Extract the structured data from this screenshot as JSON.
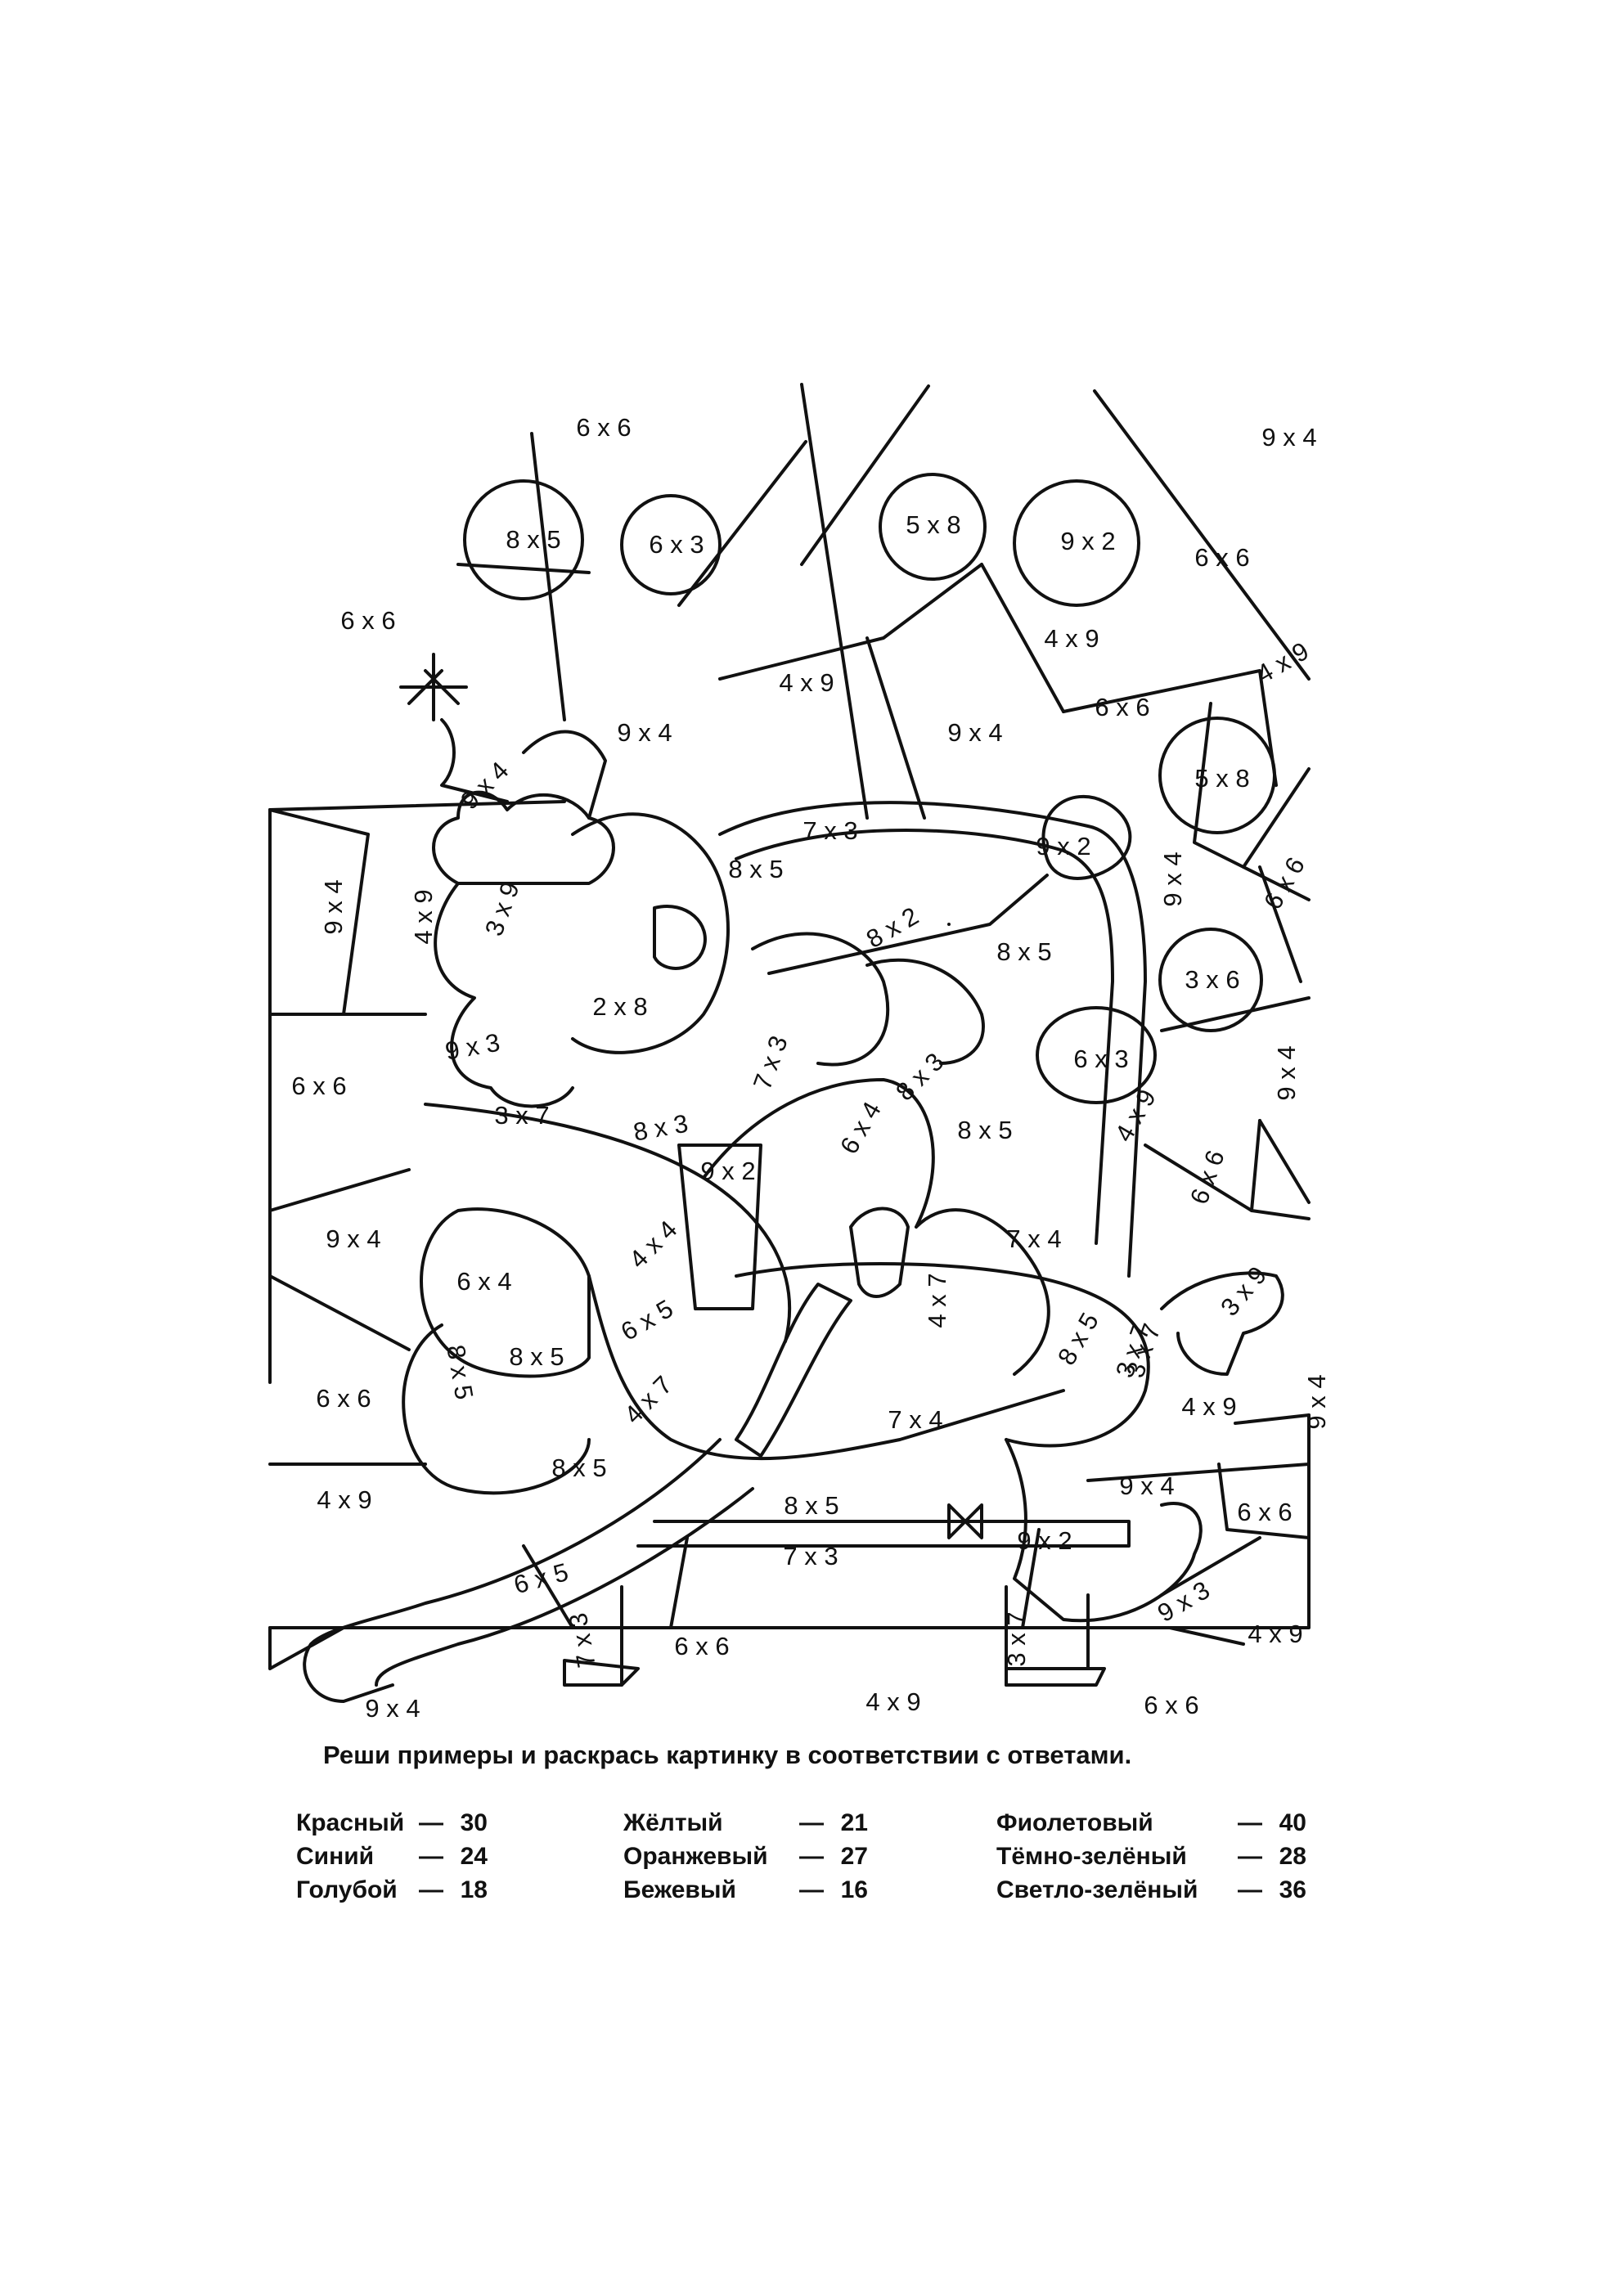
{
  "puzzle_labels": [
    "6 x 6",
    "9 x 4",
    "8 x 5",
    "6 x 3",
    "5 x 8",
    "9 x 2",
    "6 x 6",
    "6 x 6",
    "4 x 9",
    "4 x 9",
    "4 x 9",
    "6 x 6",
    "9 x 4",
    "9 x 4",
    "9 x 4",
    "5 x 8",
    "7 x 3",
    "9 x 2",
    "8 x 5",
    "9 x 4",
    "4 x 9",
    "3 x 9",
    "8 x 2",
    "9 x 4",
    "6 x 6",
    "8 x 5",
    "2 x 8",
    "3 x 6",
    "9 x 3",
    "6 x 3",
    "6 x 6",
    "7 x 3",
    "8 x 3",
    "3 x 7",
    "8 x 3",
    "6 x 4",
    "8 x 5",
    "9 x 4",
    "4 x 9",
    "9 x 2",
    "6 x 6",
    "9 x 4",
    "4 x 4",
    "7 x 4",
    "6 x 4",
    "3 x 9",
    "6 x 5",
    "4 x 7",
    "8 x 5",
    "3 x 7",
    "8 x 5",
    "6 x 6",
    "4 x 7",
    "8 x 5",
    "3 x 7",
    "7 x 4",
    "4 x 9",
    "9 x 4",
    "8 x 5",
    "4 x 9",
    "8 x 5",
    "9 x 4",
    "6 x 6",
    "9 x 2",
    "7 x 3",
    "6 x 5",
    "9 x 3",
    "4 x 9",
    "7 x 3",
    "3 x 7",
    "6 x 6",
    "9 x 4",
    "4 x 9",
    "6 x 6"
  ],
  "instruction": "Реши примеры и раскрась картинку в соответствии с ответами.",
  "legend": [
    [
      {
        "color_name": "Красный",
        "value": "30"
      },
      {
        "color_name": "Синий",
        "value": "24"
      },
      {
        "color_name": "Голубой",
        "value": "18"
      }
    ],
    [
      {
        "color_name": "Жёлтый",
        "value": "21"
      },
      {
        "color_name": "Оранжевый",
        "value": "27"
      },
      {
        "color_name": "Бежевый",
        "value": "16"
      }
    ],
    [
      {
        "color_name": "Фиолетовый",
        "value": "40"
      },
      {
        "color_name": "Тёмно-зелёный",
        "value": "28"
      },
      {
        "color_name": "Светло-зелёный",
        "value": "36"
      }
    ]
  ],
  "dash": "—",
  "colors": {
    "ink": "#111111",
    "paper": "#ffffff"
  }
}
